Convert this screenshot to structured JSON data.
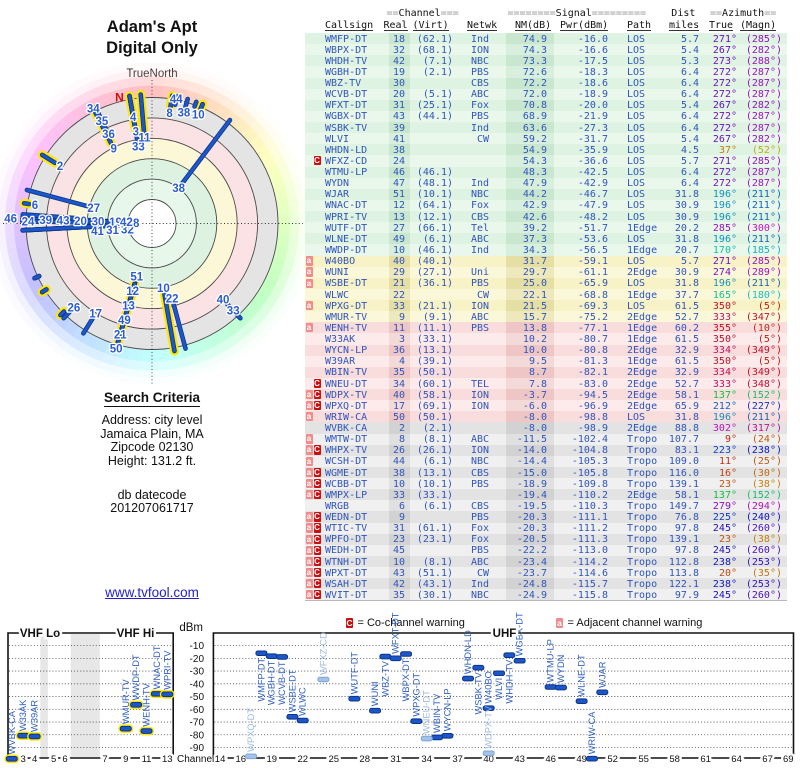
{
  "report": {
    "title_line1": "Adam's Apt",
    "title_line2": "Digital Only",
    "true_north_label": "TrueNorth",
    "magnetic_north_letter": "N",
    "search_criteria": {
      "heading": "Search Criteria",
      "address_line": "Address: city level",
      "city_line": "Jamaica Plain, MA",
      "zip_line": "Zipcode 02130",
      "height_line": "Height: 131.2 ft.",
      "db_label": "db datecode",
      "db_value": "201207061717"
    },
    "link_text": "www.tvfool.com",
    "legend": {
      "co_symbol": "C",
      "co_text": "= Co-channel warning",
      "adj_symbol": "a",
      "adj_text": "= Adjacent channel warning"
    }
  },
  "table": {
    "group_channel": "Channel",
    "group_signal": "Signal",
    "group_dist": "Dist",
    "group_azimuth": "Azimuth",
    "col_callsign": "Callsign",
    "col_real": "Real",
    "col_virt": "(Virt)",
    "col_netwk": "Netwk",
    "col_nm": "NM(dB)",
    "col_pwr": "Pwr(dBm)",
    "col_path": "Path",
    "col_miles": "miles",
    "col_true": "True",
    "col_magn": "(Magn)"
  },
  "spectrum": {
    "ylabel": "dBm",
    "xlabel": "Channel",
    "y_ticks": [
      -10,
      -20,
      -30,
      -40,
      -50,
      -60,
      -70,
      -80,
      -90
    ],
    "vhf_lo_label": "VHF Lo",
    "vhf_hi_label": "VHF Hi",
    "uhf_label": "UHF",
    "vhf_ticks": [
      2,
      3,
      4,
      5,
      6,
      7,
      9,
      11,
      13
    ],
    "uhf_ticks": [
      14,
      16,
      19,
      22,
      25,
      28,
      31,
      34,
      37,
      40,
      43,
      46,
      49,
      52,
      55,
      58,
      61,
      64,
      67,
      69
    ]
  },
  "colors": {
    "band_green": {
      "row": [
        "#def3e2",
        "#eaf8ec"
      ],
      "hl": [
        "#c9e7cf",
        "#d7efdc"
      ]
    },
    "band_yellow": {
      "row": [
        "#f7f3c6",
        "#fbf8da"
      ],
      "hl": [
        "#e6dfa4",
        "#eee9bd"
      ]
    },
    "band_pink": {
      "row": [
        "#f9dcdc",
        "#fcebea"
      ],
      "hl": [
        "#eec6c6",
        "#f3d9d8"
      ]
    },
    "band_gray": {
      "row": [
        "#e3e3e3",
        "#f0f0f0"
      ],
      "hl": [
        "#d2d2d2",
        "#e0e0e0"
      ]
    },
    "table_text": "#2f55bd",
    "bar_blue": "#1c56cb",
    "bar_blue_dark": "#0d3585",
    "bar_faded": "#a3c2e8",
    "bar_faded_dark": "#7fa4d6",
    "vhf_halo_yellow": "#ffe606",
    "marker_co_bg": "#c90f0f",
    "marker_adj_bg": "#f28b8b",
    "link_blue": "#2222cc",
    "north_red": "#cc1111"
  },
  "chart_data": {
    "type": "table",
    "title": "TV signal analysis: station list with radar (azimuth vs signal) and channel spectrum plots",
    "radar_rings_nm": [
      80,
      60,
      40,
      20,
      0,
      -20
    ],
    "spectrum_y_range_dbm": [
      -10,
      -90
    ],
    "columns": [
      "Callsign",
      "Real",
      "(Virt)",
      "Netwk",
      "NM(dB)",
      "Pwr(dBm)",
      "Path",
      "miles",
      "True",
      "(Magn)"
    ],
    "stations": [
      {
        "cs": "WMFP-DT",
        "ch": 18,
        "virt": "62.1",
        "net": "Ind",
        "nm": 74.9,
        "pwr": -16.0,
        "path": "LOS",
        "mi": 5.7,
        "az": 271,
        "maz": 285,
        "band": "g",
        "mark": "",
        "cl": "w",
        "lbl": 1,
        "sp": "b"
      },
      {
        "cs": "WBPX-DT",
        "ch": 32,
        "virt": "68.1",
        "net": "ION",
        "nm": 74.3,
        "pwr": -16.6,
        "path": "LOS",
        "mi": 5.4,
        "az": 267,
        "maz": 282,
        "band": "g",
        "mark": "",
        "cl": "w267",
        "lbl": 1,
        "sp": "b"
      },
      {
        "cs": "WHDH-TV",
        "ch": 42,
        "virt": "7.1",
        "net": "NBC",
        "nm": 73.3,
        "pwr": -17.5,
        "path": "LOS",
        "mi": 5.3,
        "az": 273,
        "maz": 288,
        "band": "g",
        "mark": "",
        "cl": "",
        "lbl": 1,
        "sp": "b"
      },
      {
        "cs": "WGBH-DT",
        "ch": 19,
        "virt": "2.1",
        "net": "PBS",
        "nm": 72.6,
        "pwr": -18.3,
        "path": "LOS",
        "mi": 6.4,
        "az": 272,
        "maz": 287,
        "band": "g",
        "mark": "",
        "cl": "w",
        "lbl": 1,
        "sp": "b"
      },
      {
        "cs": "WBZ-TV",
        "ch": 30,
        "virt": "",
        "net": "CBS",
        "nm": 72.2,
        "pwr": -18.6,
        "path": "LOS",
        "mi": 6.4,
        "az": 272,
        "maz": 287,
        "band": "g",
        "mark": "",
        "cl": "w",
        "lbl": 1,
        "sp": "b"
      },
      {
        "cs": "WCVB-DT",
        "ch": 20,
        "virt": "5.1",
        "net": "ABC",
        "nm": 72.0,
        "pwr": -18.9,
        "path": "LOS",
        "mi": 6.4,
        "az": 272,
        "maz": 287,
        "band": "g",
        "mark": "",
        "cl": "w",
        "lbl": 1,
        "sp": "b"
      },
      {
        "cs": "WFXT-DT",
        "ch": 31,
        "virt": "25.1",
        "net": "Fox",
        "nm": 70.8,
        "pwr": -20.0,
        "path": "LOS",
        "mi": 5.4,
        "az": 267,
        "maz": 282,
        "band": "g",
        "mark": "",
        "cl": "w267",
        "lbl": 1,
        "sp": "a"
      },
      {
        "cs": "WGBX-DT",
        "ch": 43,
        "virt": "44.1",
        "net": "PBS",
        "nm": 68.9,
        "pwr": -21.9,
        "path": "LOS",
        "mi": 6.4,
        "az": 272,
        "maz": 287,
        "band": "g",
        "mark": "",
        "cl": "w",
        "lbl": 1,
        "sp": "a"
      },
      {
        "cs": "WSBK-TV",
        "ch": 39,
        "virt": "",
        "net": "Ind",
        "nm": 63.6,
        "pwr": -27.3,
        "path": "LOS",
        "mi": 6.4,
        "az": 272,
        "maz": 287,
        "band": "g",
        "mark": "",
        "cl": "w",
        "lbl": 1,
        "sp": "b"
      },
      {
        "cs": "WLVI",
        "ch": 41,
        "virt": "",
        "net": "CW",
        "nm": 59.2,
        "pwr": -31.7,
        "path": "LOS",
        "mi": 5.4,
        "az": 267,
        "maz": 282,
        "band": "g",
        "mark": "",
        "cl": "w267",
        "lbl": 1,
        "sp": "b"
      },
      {
        "cs": "WHDN-LD",
        "ch": 38,
        "virt": "",
        "net": "",
        "nm": 54.9,
        "pwr": -35.9,
        "path": "LOS",
        "mi": 4.5,
        "az": 37,
        "maz": 52,
        "band": "g",
        "mark": "",
        "cl": "",
        "lbl": 1,
        "sp": "a"
      },
      {
        "cs": "WFXZ-CD",
        "ch": 24,
        "virt": "",
        "net": "",
        "nm": 54.3,
        "pwr": -36.6,
        "path": "LOS",
        "mi": 5.7,
        "az": 271,
        "maz": 285,
        "band": "g",
        "mark": "C",
        "cl": "w",
        "lbl": 1,
        "sp": "a"
      },
      {
        "cs": "WTMU-LP",
        "ch": 46,
        "virt": "46.1",
        "net": "",
        "nm": 48.3,
        "pwr": -42.5,
        "path": "LOS",
        "mi": 6.4,
        "az": 272,
        "maz": 287,
        "band": "g",
        "mark": "",
        "cl": "w",
        "lbl": 1,
        "sp": "a"
      },
      {
        "cs": "WYDN",
        "ch": 47,
        "virt": "48.1",
        "net": "Ind",
        "nm": 47.9,
        "pwr": -42.9,
        "path": "LOS",
        "mi": 6.4,
        "az": 272,
        "maz": 287,
        "band": "g",
        "mark": "",
        "cl": "w",
        "lbl": 1,
        "sp": "a"
      },
      {
        "cs": "WJAR",
        "ch": 51,
        "virt": "10.1",
        "net": "NBC",
        "nm": 44.2,
        "pwr": -46.7,
        "path": "LOS",
        "mi": 31.8,
        "az": 196,
        "maz": 211,
        "band": "g",
        "mark": "",
        "cl": "ssw",
        "lbl": 1,
        "sp": "a"
      },
      {
        "cs": "WNAC-DT",
        "ch": 12,
        "virt": "64.1",
        "net": "Fox",
        "nm": 42.9,
        "pwr": -47.9,
        "path": "LOS",
        "mi": 30.9,
        "az": 196,
        "maz": 211,
        "band": "g",
        "mark": "",
        "cl": "ssw",
        "lbl": 1,
        "sp": "a"
      },
      {
        "cs": "WPRI-TV",
        "ch": 13,
        "virt": "12.1",
        "net": "CBS",
        "nm": 42.6,
        "pwr": -48.2,
        "path": "LOS",
        "mi": 30.9,
        "az": 196,
        "maz": 211,
        "band": "g",
        "mark": "",
        "cl": "ssw",
        "lbl": 1,
        "sp": "a"
      },
      {
        "cs": "WUTF-DT",
        "ch": 27,
        "virt": "66.1",
        "net": "Tel",
        "nm": 39.2,
        "pwr": -51.7,
        "path": "1Edge",
        "mi": 20.2,
        "az": 285,
        "maz": 300,
        "band": "g",
        "mark": "",
        "cl": "",
        "lbl": 1,
        "sp": "a"
      },
      {
        "cs": "WLNE-DT",
        "ch": 49,
        "virt": "6.1",
        "net": "ABC",
        "nm": 37.3,
        "pwr": -53.6,
        "path": "LOS",
        "mi": 31.8,
        "az": 196,
        "maz": 211,
        "band": "g",
        "mark": "",
        "cl": "ssw",
        "lbl": 1,
        "sp": "a"
      },
      {
        "cs": "WWDP-DT",
        "ch": 10,
        "virt": "46.1",
        "net": "Ind",
        "nm": 34.3,
        "pwr": -56.5,
        "path": "1Edge",
        "mi": 20.7,
        "az": 170,
        "maz": 185,
        "band": "g",
        "mark": "",
        "cl": "",
        "lbl": 1,
        "sp": "a"
      },
      {
        "cs": "W40BO",
        "ch": 40,
        "virt": "40.1",
        "net": "",
        "nm": 31.7,
        "pwr": -59.1,
        "path": "LOS",
        "mi": 5.7,
        "az": 271,
        "maz": 285,
        "band": "y",
        "mark": "a",
        "cl": "w",
        "lbl": 1,
        "sp": "a"
      },
      {
        "cs": "WUNI",
        "ch": 29,
        "virt": "27.1",
        "net": "Uni",
        "nm": 29.7,
        "pwr": -61.1,
        "path": "2Edge",
        "mi": 30.9,
        "az": 274,
        "maz": 289,
        "band": "y",
        "mark": "a",
        "cl": "",
        "lbl": 0,
        "sp": "a"
      },
      {
        "cs": "WSBE-DT",
        "ch": 21,
        "virt": "36.1",
        "net": "PBS",
        "nm": 25.0,
        "pwr": -65.9,
        "path": "LOS",
        "mi": 31.8,
        "az": 196,
        "maz": 211,
        "band": "y",
        "mark": "a",
        "cl": "ssw",
        "lbl": 1,
        "sp": "a"
      },
      {
        "cs": "WLWC",
        "ch": 22,
        "virt": "",
        "net": "CW",
        "nm": 22.1,
        "pwr": -68.8,
        "path": "1Edge",
        "mi": 37.7,
        "az": 165,
        "maz": 180,
        "band": "y",
        "mark": "",
        "cl": "",
        "lbl": 1,
        "sp": "a"
      },
      {
        "cs": "WPXG-DT",
        "ch": 33,
        "virt": "21.1",
        "net": "ION",
        "nm": 21.5,
        "pwr": -69.3,
        "path": "LOS",
        "mi": 61.5,
        "az": 350,
        "maz": 5,
        "band": "y",
        "mark": "a",
        "cl": "n350",
        "lbl": 1,
        "sp": "a"
      },
      {
        "cs": "WMUR-TV",
        "ch": 9,
        "virt": "9.1",
        "net": "ABC",
        "nm": 15.7,
        "pwr": -75.2,
        "path": "2Edge",
        "mi": 52.7,
        "az": 333,
        "maz": 347,
        "band": "y",
        "mark": "",
        "cl": "nnw",
        "lbl": 1,
        "sp": "a"
      },
      {
        "cs": "WENH-TV",
        "ch": 11,
        "virt": "11.1",
        "net": "PBS",
        "nm": 13.8,
        "pwr": -77.1,
        "path": "1Edge",
        "mi": 60.2,
        "az": 355,
        "maz": 10,
        "band": "p",
        "mark": "a",
        "cl": "",
        "lbl": 1,
        "sp": "a"
      },
      {
        "cs": "W33AK",
        "ch": 3,
        "virt": "33.1",
        "net": "",
        "nm": 10.2,
        "pwr": -80.7,
        "path": "1Edge",
        "mi": 61.5,
        "az": 350,
        "maz": 5,
        "band": "p",
        "mark": "",
        "cl": "n350",
        "lbl": 1,
        "sp": "a"
      },
      {
        "cs": "WYCN-LP",
        "ch": 36,
        "virt": "13.1",
        "net": "",
        "nm": 10.0,
        "pwr": -80.8,
        "path": "2Edge",
        "mi": 32.9,
        "az": 334,
        "maz": 349,
        "band": "p",
        "mark": "",
        "cl": "nnw",
        "lbl": 1,
        "sp": "a"
      },
      {
        "cs": "W39AR",
        "ch": 4,
        "virt": "39.1",
        "net": "",
        "nm": 9.5,
        "pwr": -81.3,
        "path": "1Edge",
        "mi": 61.5,
        "az": 350,
        "maz": 5,
        "band": "p",
        "mark": "",
        "cl": "n350",
        "lbl": 1,
        "sp": "a"
      },
      {
        "cs": "WBIN-TV",
        "ch": 35,
        "virt": "50.1",
        "net": "",
        "nm": 8.7,
        "pwr": -82.1,
        "path": "2Edge",
        "mi": 32.9,
        "az": 334,
        "maz": 349,
        "band": "p",
        "mark": "",
        "cl": "nnw",
        "lbl": 1,
        "sp": "a"
      },
      {
        "cs": "WNEU-DT",
        "ch": 34,
        "virt": "60.1",
        "net": "TEL",
        "nm": 7.8,
        "pwr": -83.0,
        "path": "2Edge",
        "mi": 52.7,
        "az": 333,
        "maz": 348,
        "band": "p",
        "mark": "C",
        "cl": "nnw",
        "lbl": 1,
        "sp": "a"
      },
      {
        "cs": "WDPX-TV",
        "ch": 40,
        "virt": "58.1",
        "net": "ION",
        "nm": -3.7,
        "pwr": -94.5,
        "path": "2Edge",
        "mi": 58.1,
        "az": 137,
        "maz": 152,
        "band": "p",
        "mark": "aC",
        "cl": "se",
        "lbl": 1,
        "sp": "a"
      },
      {
        "cs": "WPXQ-DT",
        "ch": 17,
        "virt": "69.1",
        "net": "ION",
        "nm": -6.0,
        "pwr": -96.9,
        "path": "2Edge",
        "mi": 65.9,
        "az": 212,
        "maz": 227,
        "band": "p",
        "mark": "aC",
        "cl": "",
        "lbl": 1,
        "sp": "a"
      },
      {
        "cs": "WRIW-CA",
        "ch": 50,
        "virt": "50.1",
        "net": "",
        "nm": -8.0,
        "pwr": -98.8,
        "path": "LOS",
        "mi": 31.8,
        "az": 196,
        "maz": 211,
        "band": "p",
        "mark": "a",
        "cl": "ssw",
        "lbl": 1,
        "sp": "a"
      },
      {
        "cs": "WVBK-CA",
        "ch": 2,
        "virt": "2.1",
        "net": "",
        "nm": -8.0,
        "pwr": -98.9,
        "path": "2Edge",
        "mi": 88.8,
        "az": 302,
        "maz": 317,
        "band": "e",
        "mark": "",
        "cl": "",
        "lbl": 1,
        "sp": "a"
      },
      {
        "cs": "WMTW-DT",
        "ch": 8,
        "virt": "8.1",
        "net": "ABC",
        "nm": -11.5,
        "pwr": -102.4,
        "path": "Tropo",
        "mi": 107.7,
        "az": 9,
        "maz": 24,
        "band": "e",
        "mark": "a",
        "cl": "n9",
        "lbl": 1,
        "sp": "a"
      },
      {
        "cs": "WHPX-TV",
        "ch": 26,
        "virt": "26.1",
        "net": "ION",
        "nm": -14.0,
        "pwr": -104.8,
        "path": "Tropo",
        "mi": 83.1,
        "az": 223,
        "maz": 238,
        "band": "e",
        "mark": "aC",
        "cl": "sw223",
        "lbl": 1,
        "sp": "a"
      },
      {
        "cs": "WCSH-DT",
        "ch": 44,
        "virt": "6.1",
        "net": "NBC",
        "nm": -14.4,
        "pwr": -105.3,
        "path": "Tropo",
        "mi": 109.0,
        "az": 11,
        "maz": 25,
        "band": "e",
        "mark": "a",
        "cl": "n9",
        "lbl": 1,
        "sp": "a"
      },
      {
        "cs": "WGME-DT",
        "ch": 38,
        "virt": "13.1",
        "net": "CBS",
        "nm": -15.0,
        "pwr": -105.8,
        "path": "Tropo",
        "mi": 116.0,
        "az": 16,
        "maz": 30,
        "band": "e",
        "mark": "aC",
        "cl": "",
        "lbl": 1,
        "sp": "a"
      },
      {
        "cs": "WCBB-DT",
        "ch": 10,
        "virt": "10.1",
        "net": "PBS",
        "nm": -18.9,
        "pwr": -109.8,
        "path": "Tropo",
        "mi": 139.1,
        "az": 23,
        "maz": 38,
        "band": "e",
        "mark": "aC",
        "cl": "n23",
        "lbl": 1,
        "sp": "a"
      },
      {
        "cs": "WMPX-LP",
        "ch": 33,
        "virt": "33.1",
        "net": "",
        "nm": -19.4,
        "pwr": -110.2,
        "path": "2Edge",
        "mi": 58.1,
        "az": 137,
        "maz": 152,
        "band": "e",
        "mark": "aC",
        "cl": "se",
        "lbl": 1,
        "sp": "a"
      },
      {
        "cs": "WRGB",
        "ch": 6,
        "virt": "6.1",
        "net": "CBS",
        "nm": -19.5,
        "pwr": -110.3,
        "path": "Tropo",
        "mi": 149.7,
        "az": 279,
        "maz": 294,
        "band": "e",
        "mark": "",
        "cl": "",
        "lbl": 1,
        "sp": "a"
      },
      {
        "cs": "WEDN-DT",
        "ch": 9,
        "virt": "",
        "net": "PBS",
        "nm": -20.3,
        "pwr": -111.1,
        "path": "Tropo",
        "mi": 76.8,
        "az": 225,
        "maz": 240,
        "band": "e",
        "mark": "aC",
        "cl": "sw223",
        "lbl": 0,
        "sp": "a"
      },
      {
        "cs": "WTIC-TV",
        "ch": 31,
        "virt": "61.1",
        "net": "Fox",
        "nm": -20.3,
        "pwr": -111.2,
        "path": "Tropo",
        "mi": 97.8,
        "az": 245,
        "maz": 260,
        "band": "e",
        "mark": "aC",
        "cl": "sw245",
        "lbl": 0,
        "sp": "a"
      },
      {
        "cs": "WPFO-DT",
        "ch": 23,
        "virt": "23.1",
        "net": "Fox",
        "nm": -20.5,
        "pwr": -111.3,
        "path": "Tropo",
        "mi": 139.1,
        "az": 23,
        "maz": 38,
        "band": "e",
        "mark": "aC",
        "cl": "n23",
        "lbl": 0,
        "sp": "a"
      },
      {
        "cs": "WEDH-DT",
        "ch": 45,
        "virt": "",
        "net": "PBS",
        "nm": -22.2,
        "pwr": -113.0,
        "path": "Tropo",
        "mi": 97.8,
        "az": 245,
        "maz": 260,
        "band": "e",
        "mark": "aC",
        "cl": "sw245",
        "lbl": 0,
        "sp": "a"
      },
      {
        "cs": "WTNH-DT",
        "ch": 10,
        "virt": "8.1",
        "net": "ABC",
        "nm": -23.4,
        "pwr": -114.2,
        "path": "Tropo",
        "mi": 112.8,
        "az": 238,
        "maz": 253,
        "band": "e",
        "mark": "aC",
        "cl": "sw238",
        "lbl": 0,
        "sp": "a"
      },
      {
        "cs": "WPXT-DT",
        "ch": 43,
        "virt": "51.1",
        "net": "CW",
        "nm": -23.7,
        "pwr": -114.6,
        "path": "Tropo",
        "mi": 113.8,
        "az": 20,
        "maz": 35,
        "band": "e",
        "mark": "aC",
        "cl": "",
        "lbl": 0,
        "sp": "a"
      },
      {
        "cs": "WSAH-DT",
        "ch": 42,
        "virt": "43.1",
        "net": "Ind",
        "nm": -24.8,
        "pwr": -115.7,
        "path": "Tropo",
        "mi": 122.1,
        "az": 238,
        "maz": 253,
        "band": "e",
        "mark": "aC",
        "cl": "sw238",
        "lbl": 0,
        "sp": "a"
      },
      {
        "cs": "WVIT-DT",
        "ch": 35,
        "virt": "30.1",
        "net": "NBC",
        "nm": -24.9,
        "pwr": -115.8,
        "path": "Tropo",
        "mi": 97.9,
        "az": 245,
        "maz": 260,
        "band": "e",
        "mark": "aC",
        "cl": "sw245",
        "lbl": 0,
        "sp": "a"
      }
    ]
  }
}
